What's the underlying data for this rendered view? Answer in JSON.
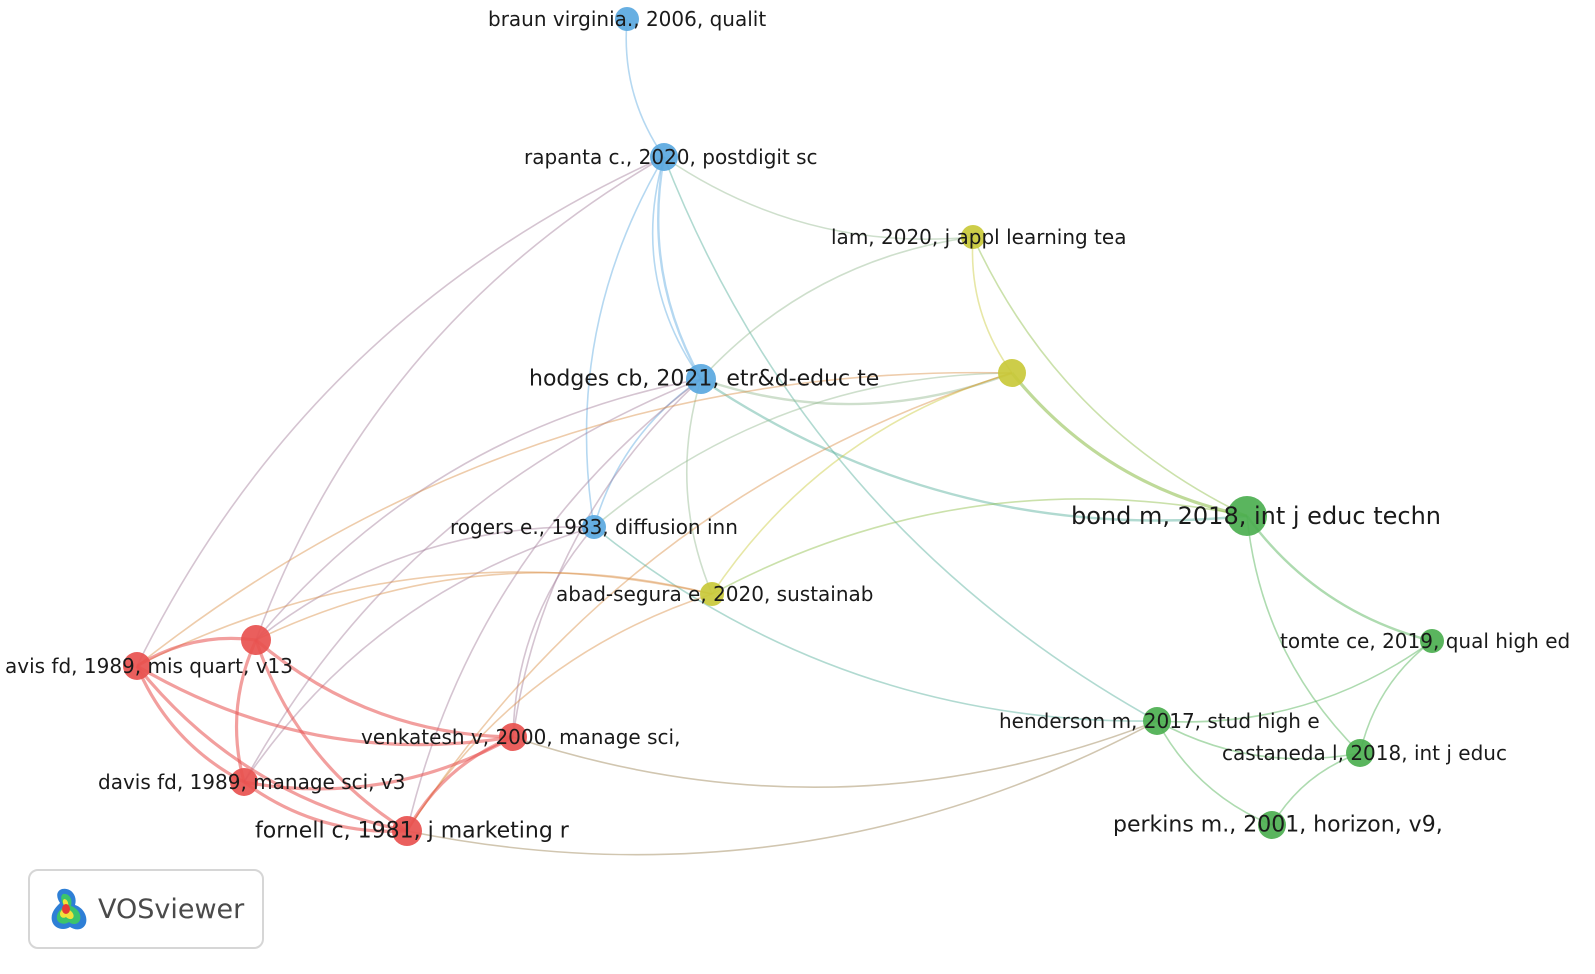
{
  "colors": {
    "red": "#e8514f",
    "blue": "#5aa8e0",
    "green": "#4caf50",
    "yellow": "#c9c93a"
  },
  "nodes": [
    {
      "id": "braun",
      "label": "braun virginia., 2006, qualit",
      "cluster": "blue",
      "weight": 1
    },
    {
      "id": "rapanta",
      "label": "rapanta c., 2020, postdigit sc",
      "cluster": "blue",
      "weight": 2
    },
    {
      "id": "lam",
      "label": "lam, 2020, j appl learning tea",
      "cluster": "yellow",
      "weight": 1
    },
    {
      "id": "ynode",
      "label": "",
      "cluster": "yellow",
      "weight": 2
    },
    {
      "id": "hodges",
      "label": "hodges cb, 2021, etr&d-educ te",
      "cluster": "blue",
      "weight": 3
    },
    {
      "id": "bond",
      "label": "bond m, 2018, int j educ techn",
      "cluster": "green",
      "weight": 5
    },
    {
      "id": "rogers",
      "label": "rogers e., 1983, diffusion inn",
      "cluster": "blue",
      "weight": 1
    },
    {
      "id": "abad",
      "label": "abad-segura e, 2020, sustainab",
      "cluster": "yellow",
      "weight": 1
    },
    {
      "id": "tomte",
      "label": "tomte ce, 2019, qual high ed",
      "cluster": "green",
      "weight": 1
    },
    {
      "id": "rnode",
      "label": "",
      "cluster": "red",
      "weight": 3
    },
    {
      "id": "davismis",
      "label": "avis fd, 1989, mis quart, v13",
      "cluster": "red",
      "weight": 2
    },
    {
      "id": "henderson",
      "label": "henderson m, 2017, stud high e",
      "cluster": "green",
      "weight": 2
    },
    {
      "id": "venkatesh",
      "label": "venkatesh v, 2000, manage sci,",
      "cluster": "red",
      "weight": 2
    },
    {
      "id": "castaneda",
      "label": "castaneda l, 2018, int j educ",
      "cluster": "green",
      "weight": 2
    },
    {
      "id": "davismanage",
      "label": "davis fd, 1989, manage sci, v3",
      "cluster": "red",
      "weight": 2
    },
    {
      "id": "perkins",
      "label": "perkins m., 2001, horizon, v9,",
      "cluster": "green",
      "weight": 2
    },
    {
      "id": "fornell",
      "label": "fornell c, 1981, j marketing r",
      "cluster": "red",
      "weight": 3
    }
  ],
  "links": [
    {
      "source": "braun",
      "target": "rapanta",
      "strength": 1
    },
    {
      "source": "rapanta",
      "target": "hodges",
      "strength": 2
    },
    {
      "source": "rapanta",
      "target": "hodges",
      "strength": 1
    },
    {
      "source": "rapanta",
      "target": "rogers",
      "strength": 1
    },
    {
      "source": "rapanta",
      "target": "davismis",
      "strength": 1
    },
    {
      "source": "rapanta",
      "target": "rnode",
      "strength": 1
    },
    {
      "source": "rapanta",
      "target": "lam",
      "strength": 1
    },
    {
      "source": "rapanta",
      "target": "henderson",
      "strength": 1
    },
    {
      "source": "lam",
      "target": "ynode",
      "strength": 1
    },
    {
      "source": "lam",
      "target": "hodges",
      "strength": 1
    },
    {
      "source": "lam",
      "target": "bond",
      "strength": 1
    },
    {
      "source": "hodges",
      "target": "ynode",
      "strength": 2
    },
    {
      "source": "hodges",
      "target": "bond",
      "strength": 2
    },
    {
      "source": "hodges",
      "target": "rogers",
      "strength": 1
    },
    {
      "source": "hodges",
      "target": "davismanage",
      "strength": 1
    },
    {
      "source": "hodges",
      "target": "fornell",
      "strength": 1
    },
    {
      "source": "hodges",
      "target": "venkatesh",
      "strength": 1
    },
    {
      "source": "hodges",
      "target": "rnode",
      "strength": 1
    },
    {
      "source": "hodges",
      "target": "abad",
      "strength": 1
    },
    {
      "source": "ynode",
      "target": "bond",
      "strength": 3
    },
    {
      "source": "ynode",
      "target": "abad",
      "strength": 1
    },
    {
      "source": "ynode",
      "target": "rogers",
      "strength": 1
    },
    {
      "source": "ynode",
      "target": "fornell",
      "strength": 1
    },
    {
      "source": "ynode",
      "target": "davismis",
      "strength": 1
    },
    {
      "source": "bond",
      "target": "tomte",
      "strength": 2
    },
    {
      "source": "bond",
      "target": "castaneda",
      "strength": 1
    },
    {
      "source": "bond",
      "target": "abad",
      "strength": 1
    },
    {
      "source": "rogers",
      "target": "venkatesh",
      "strength": 1
    },
    {
      "source": "rogers",
      "target": "davismanage",
      "strength": 1
    },
    {
      "source": "rogers",
      "target": "rnode",
      "strength": 1
    },
    {
      "source": "rogers",
      "target": "henderson",
      "strength": 1
    },
    {
      "source": "abad",
      "target": "rnode",
      "strength": 1
    },
    {
      "source": "abad",
      "target": "davismis",
      "strength": 1
    },
    {
      "source": "abad",
      "target": "fornell",
      "strength": 1
    },
    {
      "source": "rnode",
      "target": "davismis",
      "strength": 3
    },
    {
      "source": "rnode",
      "target": "venkatesh",
      "strength": 3
    },
    {
      "source": "rnode",
      "target": "davismanage",
      "strength": 3
    },
    {
      "source": "rnode",
      "target": "fornell",
      "strength": 3
    },
    {
      "source": "davismis",
      "target": "venkatesh",
      "strength": 3
    },
    {
      "source": "davismis",
      "target": "davismanage",
      "strength": 3
    },
    {
      "source": "davismis",
      "target": "fornell",
      "strength": 3
    },
    {
      "source": "davismanage",
      "target": "venkatesh",
      "strength": 3
    },
    {
      "source": "davismanage",
      "target": "fornell",
      "strength": 3
    },
    {
      "source": "venkatesh",
      "target": "fornell",
      "strength": 3
    },
    {
      "source": "venkatesh",
      "target": "henderson",
      "strength": 1
    },
    {
      "source": "fornell",
      "target": "henderson",
      "strength": 1
    },
    {
      "source": "henderson",
      "target": "tomte",
      "strength": 1
    },
    {
      "source": "henderson",
      "target": "castaneda",
      "strength": 1
    },
    {
      "source": "henderson",
      "target": "perkins",
      "strength": 1
    },
    {
      "source": "tomte",
      "target": "castaneda",
      "strength": 1
    },
    {
      "source": "castaneda",
      "target": "perkins",
      "strength": 1
    }
  ],
  "logo": {
    "text": "VOSviewer",
    "icon": "vosviewer-logo-icon"
  }
}
